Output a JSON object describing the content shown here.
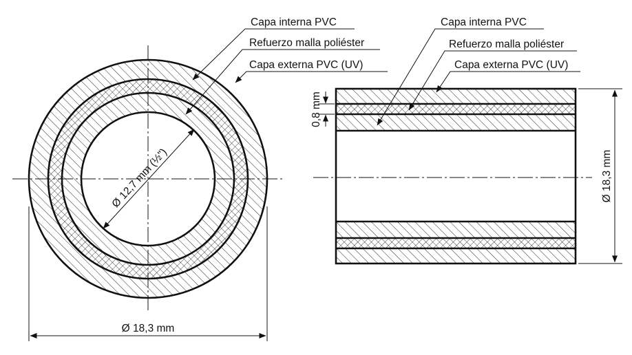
{
  "colors": {
    "ink": "#111111",
    "background": "#ffffff"
  },
  "front_view": {
    "labels": {
      "inner_layer": "Capa interna PVC",
      "reinforcement": "Refuerzo malla poliéster",
      "outer_layer": "Capa externa PVC (UV)"
    },
    "inner_diameter": "Ø 12,7 mm (½\")",
    "outer_diameter": "Ø 18,3 mm"
  },
  "side_view": {
    "labels": {
      "inner_layer": "Capa interna PVC",
      "reinforcement": "Refuerzo malla poliéster",
      "outer_layer": "Capa externa PVC (UV)"
    },
    "wall_thickness": "0,8 mm",
    "outer_diameter": "Ø 18,3 mm"
  }
}
